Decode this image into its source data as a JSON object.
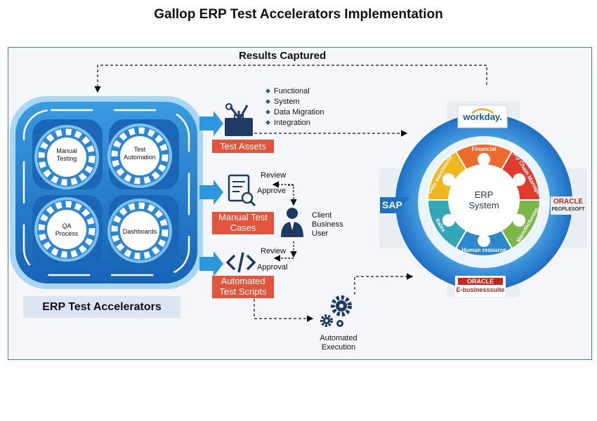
{
  "title": "Gallop ERP Test Accelerators Implementation",
  "results_captured": "Results Captured",
  "accelerators": {
    "label": "ERP Test Accelerators",
    "tiles": [
      {
        "label_line1": "Manual",
        "label_line2": "Testing"
      },
      {
        "label_line1": "Test",
        "label_line2": "Automation"
      },
      {
        "label_line1": "QA",
        "label_line2": "Process"
      },
      {
        "label_line1": "Dashboards",
        "label_line2": ""
      }
    ]
  },
  "assets": {
    "bullets": [
      "Functional",
      "System",
      "Data Migration",
      "Integration"
    ],
    "test_assets": "Test Assets",
    "manual_line1": "Manual Test",
    "manual_line2": "Cases",
    "auto_line1": "Automated",
    "auto_line2": "Test Scripts"
  },
  "review": {
    "review1": "Review",
    "approve": "Approve",
    "review2": "Review",
    "approval": "Approval",
    "user_line1": "Client",
    "user_line2": "Business",
    "user_line3": "User"
  },
  "execution": {
    "line1": "Automated",
    "line2": "Execution"
  },
  "erp": {
    "center_line1": "ERP",
    "center_line2": "System",
    "segments": [
      "Financial",
      "Supply Chain Management",
      "Manufacturing",
      "Human resource",
      "Sales",
      "Data warehouse"
    ],
    "vendors": {
      "workday": "workday.",
      "sap": "SAP",
      "oracle_ps_1": "ORACLE",
      "oracle_ps_2": "PEOPLESOFT",
      "oracle_ebs_1": "ORACLE",
      "oracle_ebs_2": "E-businesssuite"
    }
  },
  "colors": {
    "primary_blue": "#1d6fc4",
    "light_blue": "#3a9be0",
    "accent_red": "#e2553a",
    "navy": "#1f3b63",
    "seg_financial": "#ef6b2c",
    "seg_scm": "#e23b2e",
    "seg_manufacturing": "#7ab648",
    "seg_hr": "#2d88c9",
    "seg_sales": "#33a6b8",
    "seg_warehouse": "#f2b51c"
  }
}
